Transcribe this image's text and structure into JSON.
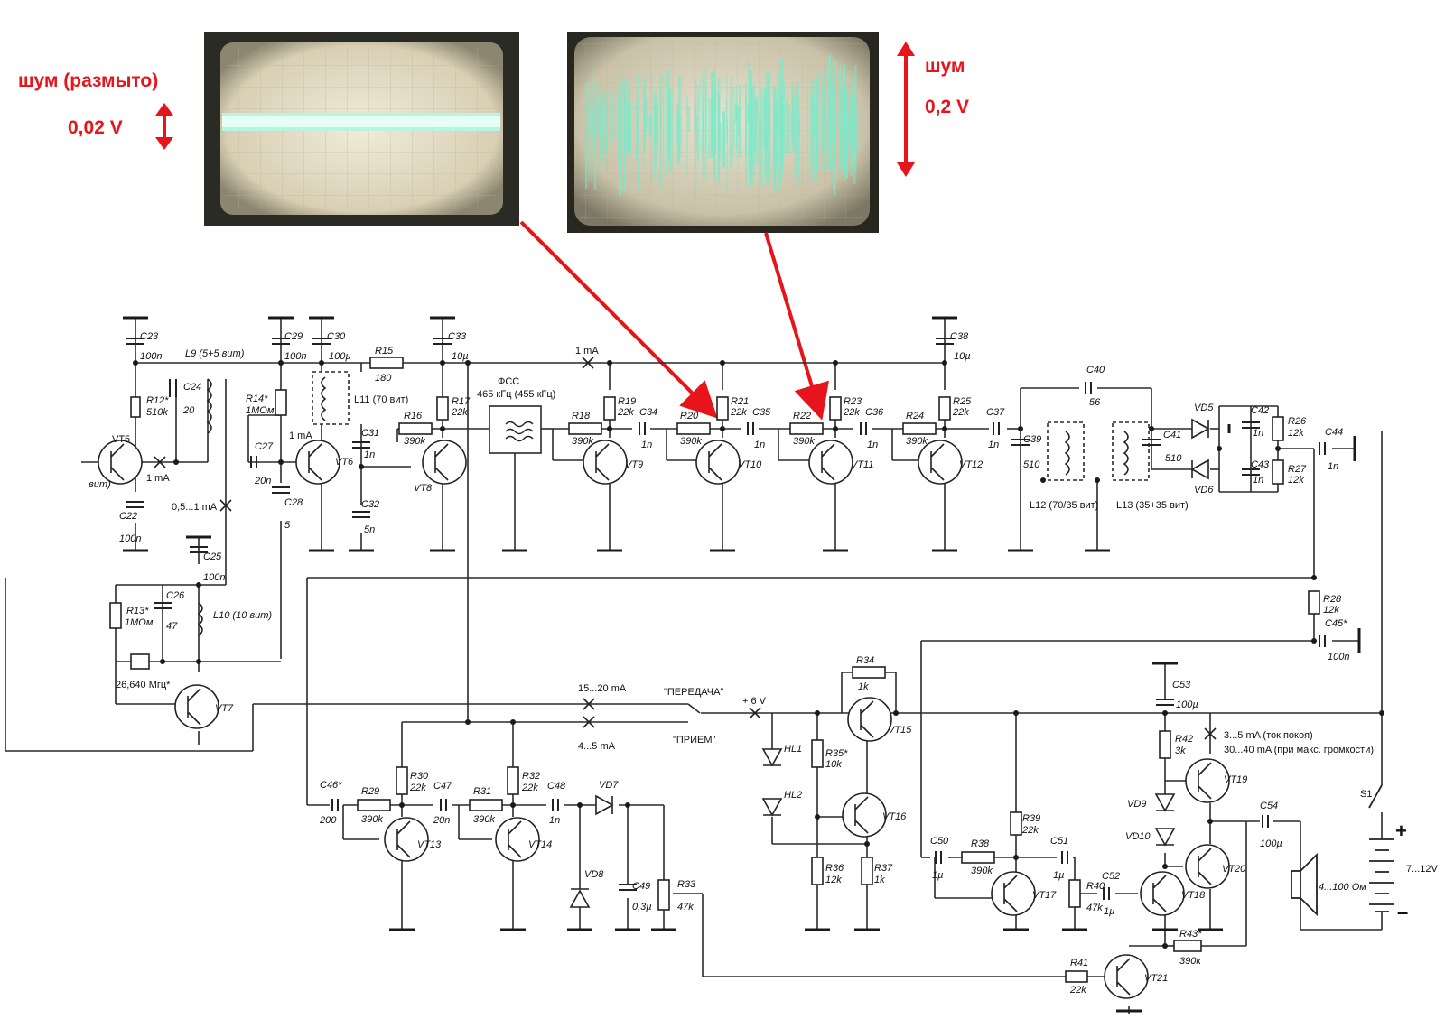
{
  "annotations": {
    "noise_left": "шум (размыто)",
    "noise_left_value": "0,02 V",
    "noise_right": "шум",
    "noise_right_value": "0,2 V"
  },
  "colors": {
    "annotation": "#e8141b",
    "wire": "#2a2a2a",
    "scope_trace": "#7fe8c8"
  },
  "labels": {
    "C23": "C23",
    "C23v": "100n",
    "L9": "L9 (5+5 вит)",
    "C24": "C24",
    "C24v": "20",
    "R12": "R12*",
    "R12v": "510k",
    "VT5": "VT5",
    "vit": "вит)",
    "ma1": "1 mA",
    "C22": "C22",
    "C22v": "100n",
    "R14": "R14*",
    "R14v": "1МОм",
    "C29": "C29",
    "C29v": "100n",
    "C30": "C30",
    "C30v": "100µ",
    "R15": "R15",
    "R15v": "180",
    "L11": "L11 (70 вит)",
    "ma2": "1 mA",
    "C27": "C27",
    "C27v": "20n",
    "VT6": "VT6",
    "C31": "C31",
    "C31v": "1n",
    "C28": "C28",
    "C28v": "5",
    "C32": "C32",
    "C32v": "5n",
    "ma05": "0,5...1 mA",
    "C33": "C33",
    "C33v": "10µ",
    "R16": "R16",
    "R16v": "390k",
    "R17": "R17",
    "R17v": "22k",
    "VT8": "VT8",
    "FSS": "ФСС",
    "FSSf": "465 кГц (455 кГц)",
    "ma3": "1 mA",
    "R18": "R18",
    "R18v": "390k",
    "R19": "R19",
    "R19v": "22k",
    "C34": "C34",
    "C34v": "1n",
    "VT9": "VT9",
    "R20": "R20",
    "R20v": "390k",
    "R21": "R21",
    "R21v": "22k",
    "C35": "C35",
    "C35v": "1n",
    "VT10": "VT10",
    "R22": "R22",
    "R22v": "390k",
    "R23": "R23",
    "R23v": "22k",
    "C36": "C36",
    "C36v": "1n",
    "VT11": "VT11",
    "C38": "C38",
    "C38v": "10µ",
    "R24": "R24",
    "R24v": "390k",
    "R25": "R25",
    "R25v": "22k",
    "C37": "C37",
    "C37v": "1n",
    "VT12": "VT12",
    "C40": "C40",
    "C40v": "56",
    "C39": "C39",
    "C39v": "510",
    "C41": "C41",
    "C41v": "510",
    "L12": "L12 (70/35 вит)",
    "L13": "L13 (35+35 вит)",
    "VD5": "VD5",
    "VD6": "VD6",
    "C42": "C42",
    "C42v": "1n",
    "C43": "C43",
    "C43v": "1n",
    "R26": "R26",
    "R26v": "12k",
    "R27": "R27",
    "R27v": "12k",
    "C44": "C44",
    "C44v": "1n",
    "R28": "R28",
    "R28v": "12k",
    "C45": "C45*",
    "C45v": "100n",
    "C25": "C25",
    "C25v": "100n",
    "R13": "R13*",
    "R13v": "1МОм",
    "C26": "C26",
    "C26v": "47",
    "L10": "L10 (10 вит)",
    "crystal": "26,640 Мгц*",
    "VT7": "VT7",
    "ma_tx": "15...20 mA",
    "ma_rx": "4...5 mA",
    "tx": "\"ПЕРЕДАЧА\"",
    "rx": "\"ПРИЕМ\"",
    "v6": "+ 6 V",
    "R34": "R34",
    "R34v": "1k",
    "VT15": "VT15",
    "HL1": "HL1",
    "HL2": "HL2",
    "R35": "R35*",
    "R35v": "10k",
    "VT16": "VT16",
    "R36": "R36",
    "R36v": "12k",
    "R37": "R37",
    "R37v": "1k",
    "C46": "C46*",
    "C46v": "200",
    "R29": "R29",
    "R29v": "390k",
    "R30": "R30",
    "R30v": "22k",
    "C47": "C47",
    "C47v": "20n",
    "VT13": "VT13",
    "R31": "R31",
    "R31v": "390k",
    "R32": "R32",
    "R32v": "22k",
    "C48": "C48",
    "C48v": "1n",
    "VT14": "VT14",
    "VD7": "VD7",
    "VD8": "VD8",
    "C49": "C49",
    "C49v": "0,3µ",
    "R33": "R33",
    "R33v": "47k",
    "C50": "C50",
    "C50v": "1µ",
    "R38": "R38",
    "R38v": "390k",
    "R39": "R39",
    "R39v": "22k",
    "VT17": "VT17",
    "C51": "C51",
    "C51v": "1µ",
    "R40": "R40",
    "R40v": "47k",
    "C52": "C52",
    "C52v": "1µ",
    "VT18": "VT18",
    "C53": "C53",
    "C53v": "100µ",
    "R42": "R42",
    "R42v": "3k",
    "VD9": "VD9",
    "VD10": "VD10",
    "VT19": "VT19",
    "VT20": "VT20",
    "idle": "3...5 mA (ток покоя)",
    "maxvol": "30...40 mA (при макс. громкости)",
    "C54": "C54",
    "C54v": "100µ",
    "spk": "4...100 Ом",
    "S1": "S1",
    "batt": "7...12V",
    "R41": "R41",
    "R41v": "22k",
    "VT21": "VT21",
    "R43": "R43*",
    "R43v": "390k"
  }
}
